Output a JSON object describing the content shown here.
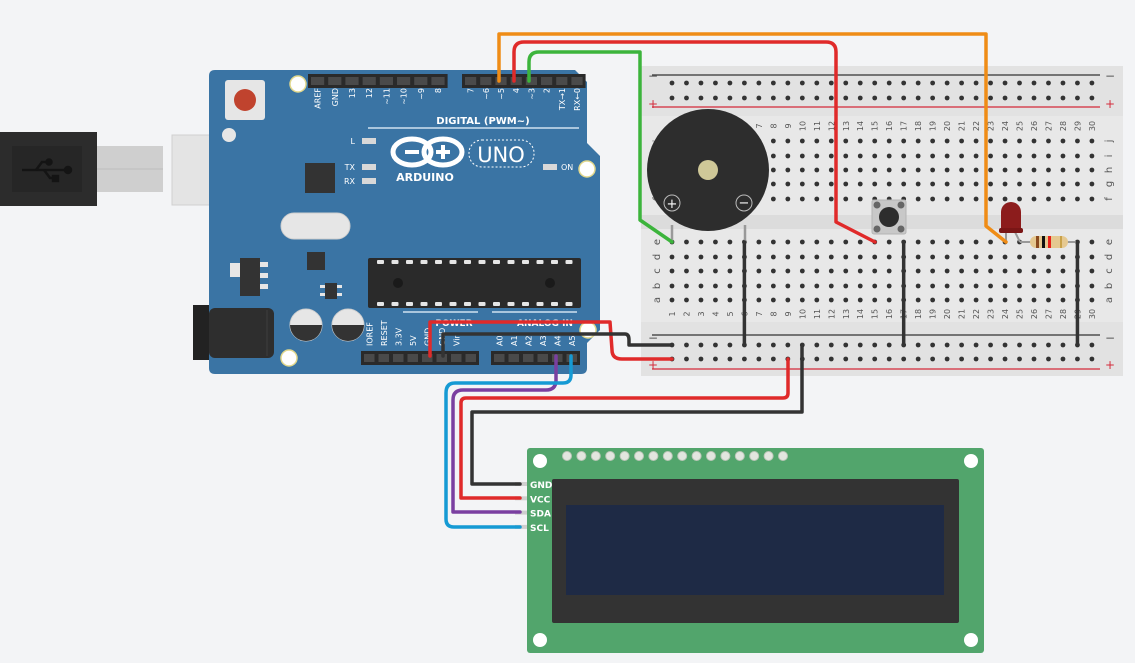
{
  "colors": {
    "background": "#f3f4f6",
    "arduino_board": "#3a74a4",
    "breadboard": "#e8e8e8",
    "lcd_pcb": "#52a56c",
    "lcd_screen": "#1e2a45",
    "wire_orange": "#ef8c16",
    "wire_red": "#e02a2a",
    "wire_green": "#3cb43c",
    "wire_black": "#333333",
    "wire_purple": "#7a3fa0",
    "wire_blue": "#159ad4",
    "led_red": "#8c1c1c",
    "rail_minus": "#333333",
    "rail_plus": "#d42a3a"
  },
  "arduino": {
    "brand": "ARDUINO",
    "model": "UNO",
    "digital_header_label": "DIGITAL (PWM~)",
    "digital_pins_left": [
      "AREF",
      "GND",
      "13",
      "12",
      "~11",
      "~10",
      "~9",
      "8"
    ],
    "digital_pins_right": [
      "7",
      "~6",
      "~5",
      "4",
      "~3",
      "2",
      "TX→1",
      "RX←0"
    ],
    "power_header_label": "POWER",
    "power_pins": [
      "IOREF",
      "RESET",
      "3.3V",
      "5V",
      "GND",
      "GND",
      "Vin"
    ],
    "analog_header_label": "ANALOG IN",
    "analog_pins": [
      "A0",
      "A1",
      "A2",
      "A3",
      "A4",
      "A5"
    ],
    "led_labels": {
      "l": "L",
      "tx": "TX",
      "rx": "RX",
      "on": "ON"
    }
  },
  "breadboard": {
    "columns": [
      "1",
      "2",
      "3",
      "4",
      "5",
      "6",
      "7",
      "8",
      "9",
      "10",
      "11",
      "12",
      "13",
      "14",
      "15",
      "16",
      "17",
      "18",
      "19",
      "20",
      "21",
      "22",
      "23",
      "24",
      "25",
      "26",
      "27",
      "28",
      "29",
      "30"
    ],
    "rows_top": [
      "j",
      "i",
      "h",
      "g",
      "f"
    ],
    "rows_bottom": [
      "e",
      "d",
      "c",
      "b",
      "a"
    ],
    "rail_minus": "−",
    "rail_plus": "+"
  },
  "components": {
    "buzzer": {
      "plus": "+",
      "minus": "−"
    },
    "pushbutton": {
      "name": "pushbutton"
    },
    "led": {
      "color": "red"
    },
    "resistor": {
      "bands": [
        "#8a4a1e",
        "#111111",
        "#e8201a",
        "#c9a24a"
      ]
    }
  },
  "lcd": {
    "type": "16x2 I2C",
    "pins": [
      "GND",
      "VCC",
      "SDA",
      "SCL"
    ],
    "header_pin_count": 16
  },
  "wires": [
    {
      "name": "wire-pin5-to-led",
      "color": "wire_orange",
      "from": "Arduino ~5",
      "to": "Breadboard e23"
    },
    {
      "name": "wire-pin4-to-button",
      "color": "wire_red",
      "from": "Arduino 4",
      "to": "Breadboard e15"
    },
    {
      "name": "wire-pin3-to-buzzer",
      "color": "wire_green",
      "from": "Arduino ~3",
      "to": "Breadboard e1"
    },
    {
      "name": "wire-5v-to-rail",
      "color": "wire_red",
      "from": "Arduino 5V",
      "to": "Breadboard + rail"
    },
    {
      "name": "wire-gnd-to-rail",
      "color": "wire_black",
      "from": "Arduino GND",
      "to": "Breadboard − rail"
    },
    {
      "name": "wire-rail-to-lcd-vcc",
      "color": "wire_red",
      "from": "Breadboard + rail col 9",
      "to": "LCD VCC"
    },
    {
      "name": "wire-rail-to-lcd-gnd",
      "color": "wire_black",
      "from": "Breadboard − rail col 10",
      "to": "LCD GND"
    },
    {
      "name": "wire-a4-to-lcd-sda",
      "color": "wire_purple",
      "from": "Arduino A4",
      "to": "LCD SDA"
    },
    {
      "name": "wire-a5-to-lcd-scl",
      "color": "wire_blue",
      "from": "Arduino A5",
      "to": "LCD SCL"
    }
  ]
}
